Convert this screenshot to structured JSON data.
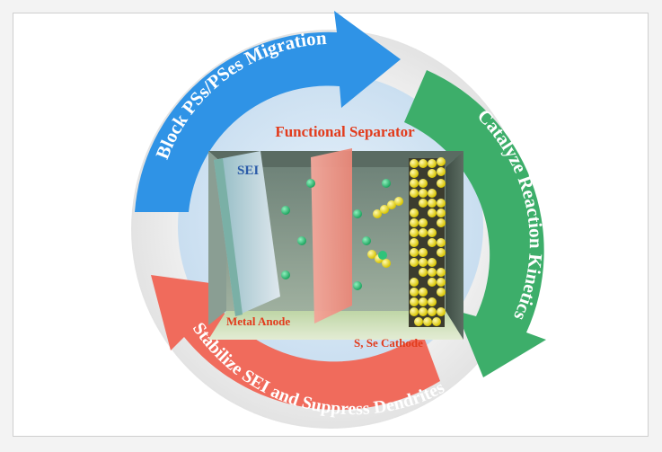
{
  "arrows": {
    "top_label": "Block PSs/PSes Migration",
    "right_label": "Catalyze Reaction Kinetics",
    "bottom_label": "Stabilize SEI and Suppress Dendrites"
  },
  "cell": {
    "title": "Functional Separator",
    "sei_label": "SEI",
    "anode_label": "Metal Anode",
    "cathode_label": "S, Se Cathode"
  },
  "colors": {
    "blue_arrow": "#2f93e6",
    "green_arrow": "#3dae6a",
    "red_arrow": "#f06b5c",
    "title_red": "#e23b1c",
    "separator_pink": "#f0948a",
    "ion_green": "#2fc37a",
    "sulfur_yellow": "#f3e21a"
  }
}
